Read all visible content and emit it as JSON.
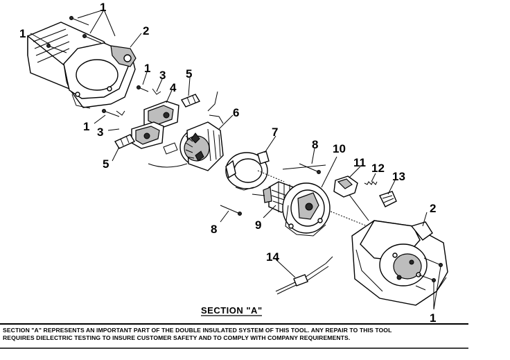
{
  "callouts": {
    "c1_top": "1",
    "c1_left": "1",
    "c2_top": "2",
    "c1_mid": "1",
    "c3_mid": "3",
    "c4": "4",
    "c5_top": "5",
    "c6": "6",
    "c1_low": "1",
    "c3_low": "3",
    "c5_low": "5",
    "c7": "7",
    "c8_top": "8",
    "c10": "10",
    "c11": "11",
    "c12": "12",
    "c13": "13",
    "c9": "9",
    "c8_low": "8",
    "c2_right": "2",
    "c14": "14",
    "c1_bottom": "1"
  },
  "section_title": "SECTION \"A\"",
  "note_line1": "SECTION \"A\" REPRESENTS AN IMPORTANT PART OF THE DOUBLE INSULATED SYSTEM OF THIS TOOL.  ANY REPAIR TO THIS TOOL",
  "note_line2": "REQUIRES DIELECTRIC TESTING TO INSURE CUSTOMER SAFETY AND TO COMPLY WITH COMPANY REQUIREMENTS."
}
